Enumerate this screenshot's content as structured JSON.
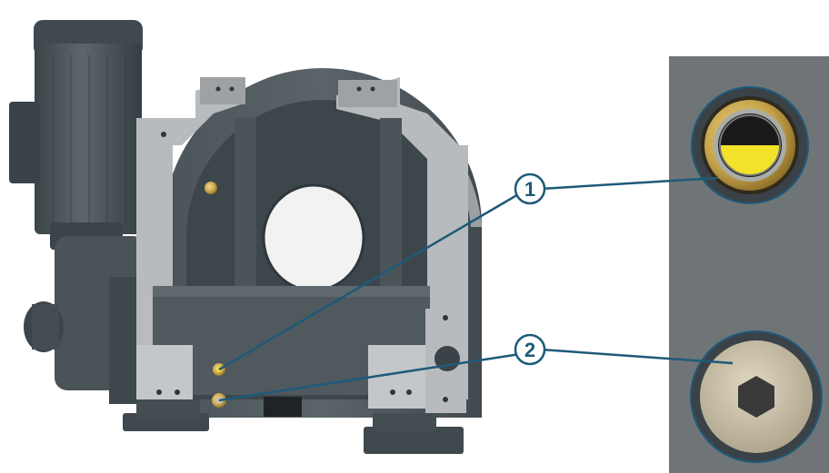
{
  "callouts": [
    {
      "label": "1",
      "target": "oil-sight-glass"
    },
    {
      "label": "2",
      "target": "drain-plug"
    }
  ],
  "colors": {
    "callout_stroke": "#1e5a7a",
    "callout_fill": "#ffffff",
    "callout_text": "#1e5a7a",
    "panel_bg": "#6f7577",
    "housing_dark": "#434c51",
    "housing_mid": "#586166",
    "housing_light": "#b5b8ba",
    "sight_glass_yellow": "#f2e22a",
    "brass": "#c4a24a",
    "plug_face": "#c9c0a8"
  },
  "icons": {
    "sight_glass": "oil-sight-glass-icon",
    "drain_plug": "hex-socket-plug-icon"
  }
}
